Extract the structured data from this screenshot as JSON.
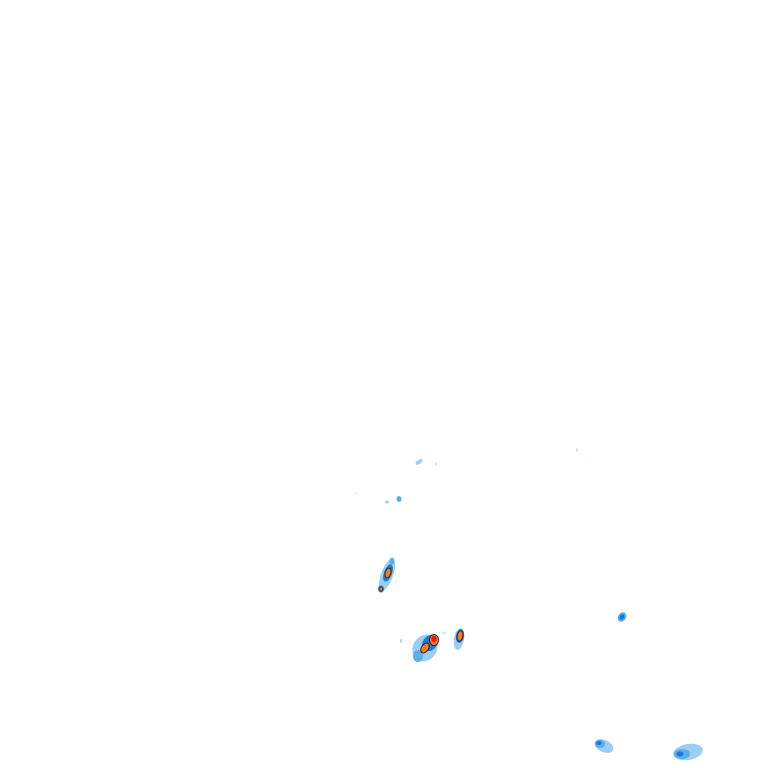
{
  "map": {
    "type": "weather-radar-overlay",
    "background": "#ffffff",
    "palette": {
      "very_light": "#cfe6fb",
      "light": "#9ccdf5",
      "medium": "#5aaeea",
      "strong": "#1f79d4",
      "outline": "#2a2a2a",
      "heavy": "#ff7a1a",
      "extreme": "#d81e06"
    },
    "echo_cells": [
      {
        "name": "cell-small-ne",
        "intensity": "light"
      },
      {
        "name": "cell-mid-west-group",
        "intensity": "light"
      },
      {
        "name": "cell-west-elongated",
        "intensity": "heavy"
      },
      {
        "name": "cell-central-cluster",
        "intensity": "extreme"
      },
      {
        "name": "cell-central-east",
        "intensity": "heavy"
      },
      {
        "name": "cell-east-small",
        "intensity": "strong"
      },
      {
        "name": "cell-south-center",
        "intensity": "medium"
      },
      {
        "name": "cell-southeast",
        "intensity": "medium"
      }
    ]
  }
}
